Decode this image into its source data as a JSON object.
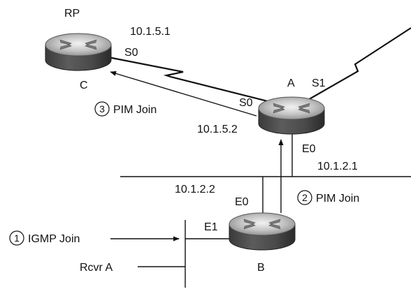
{
  "routers": {
    "rp": {
      "role_label": "RP",
      "name": "C",
      "iface": "S0",
      "ip": "10.1.5.1"
    },
    "a": {
      "name": "A",
      "iface_s0": "S0",
      "iface_s1": "S1",
      "iface_e0": "E0",
      "ip_s0": "10.1.5.2",
      "ip_e0": "10.1.2.1"
    },
    "b": {
      "name": "B",
      "iface_e0": "E0",
      "iface_e1": "E1",
      "ip_e0": "10.1.2.2"
    }
  },
  "messages": {
    "step3": {
      "num": "3",
      "label": "PIM Join"
    },
    "step2": {
      "num": "2",
      "label": "PIM Join"
    },
    "step1": {
      "num": "1",
      "label": "IGMP Join"
    }
  },
  "receiver": {
    "label": "Rcvr A"
  }
}
